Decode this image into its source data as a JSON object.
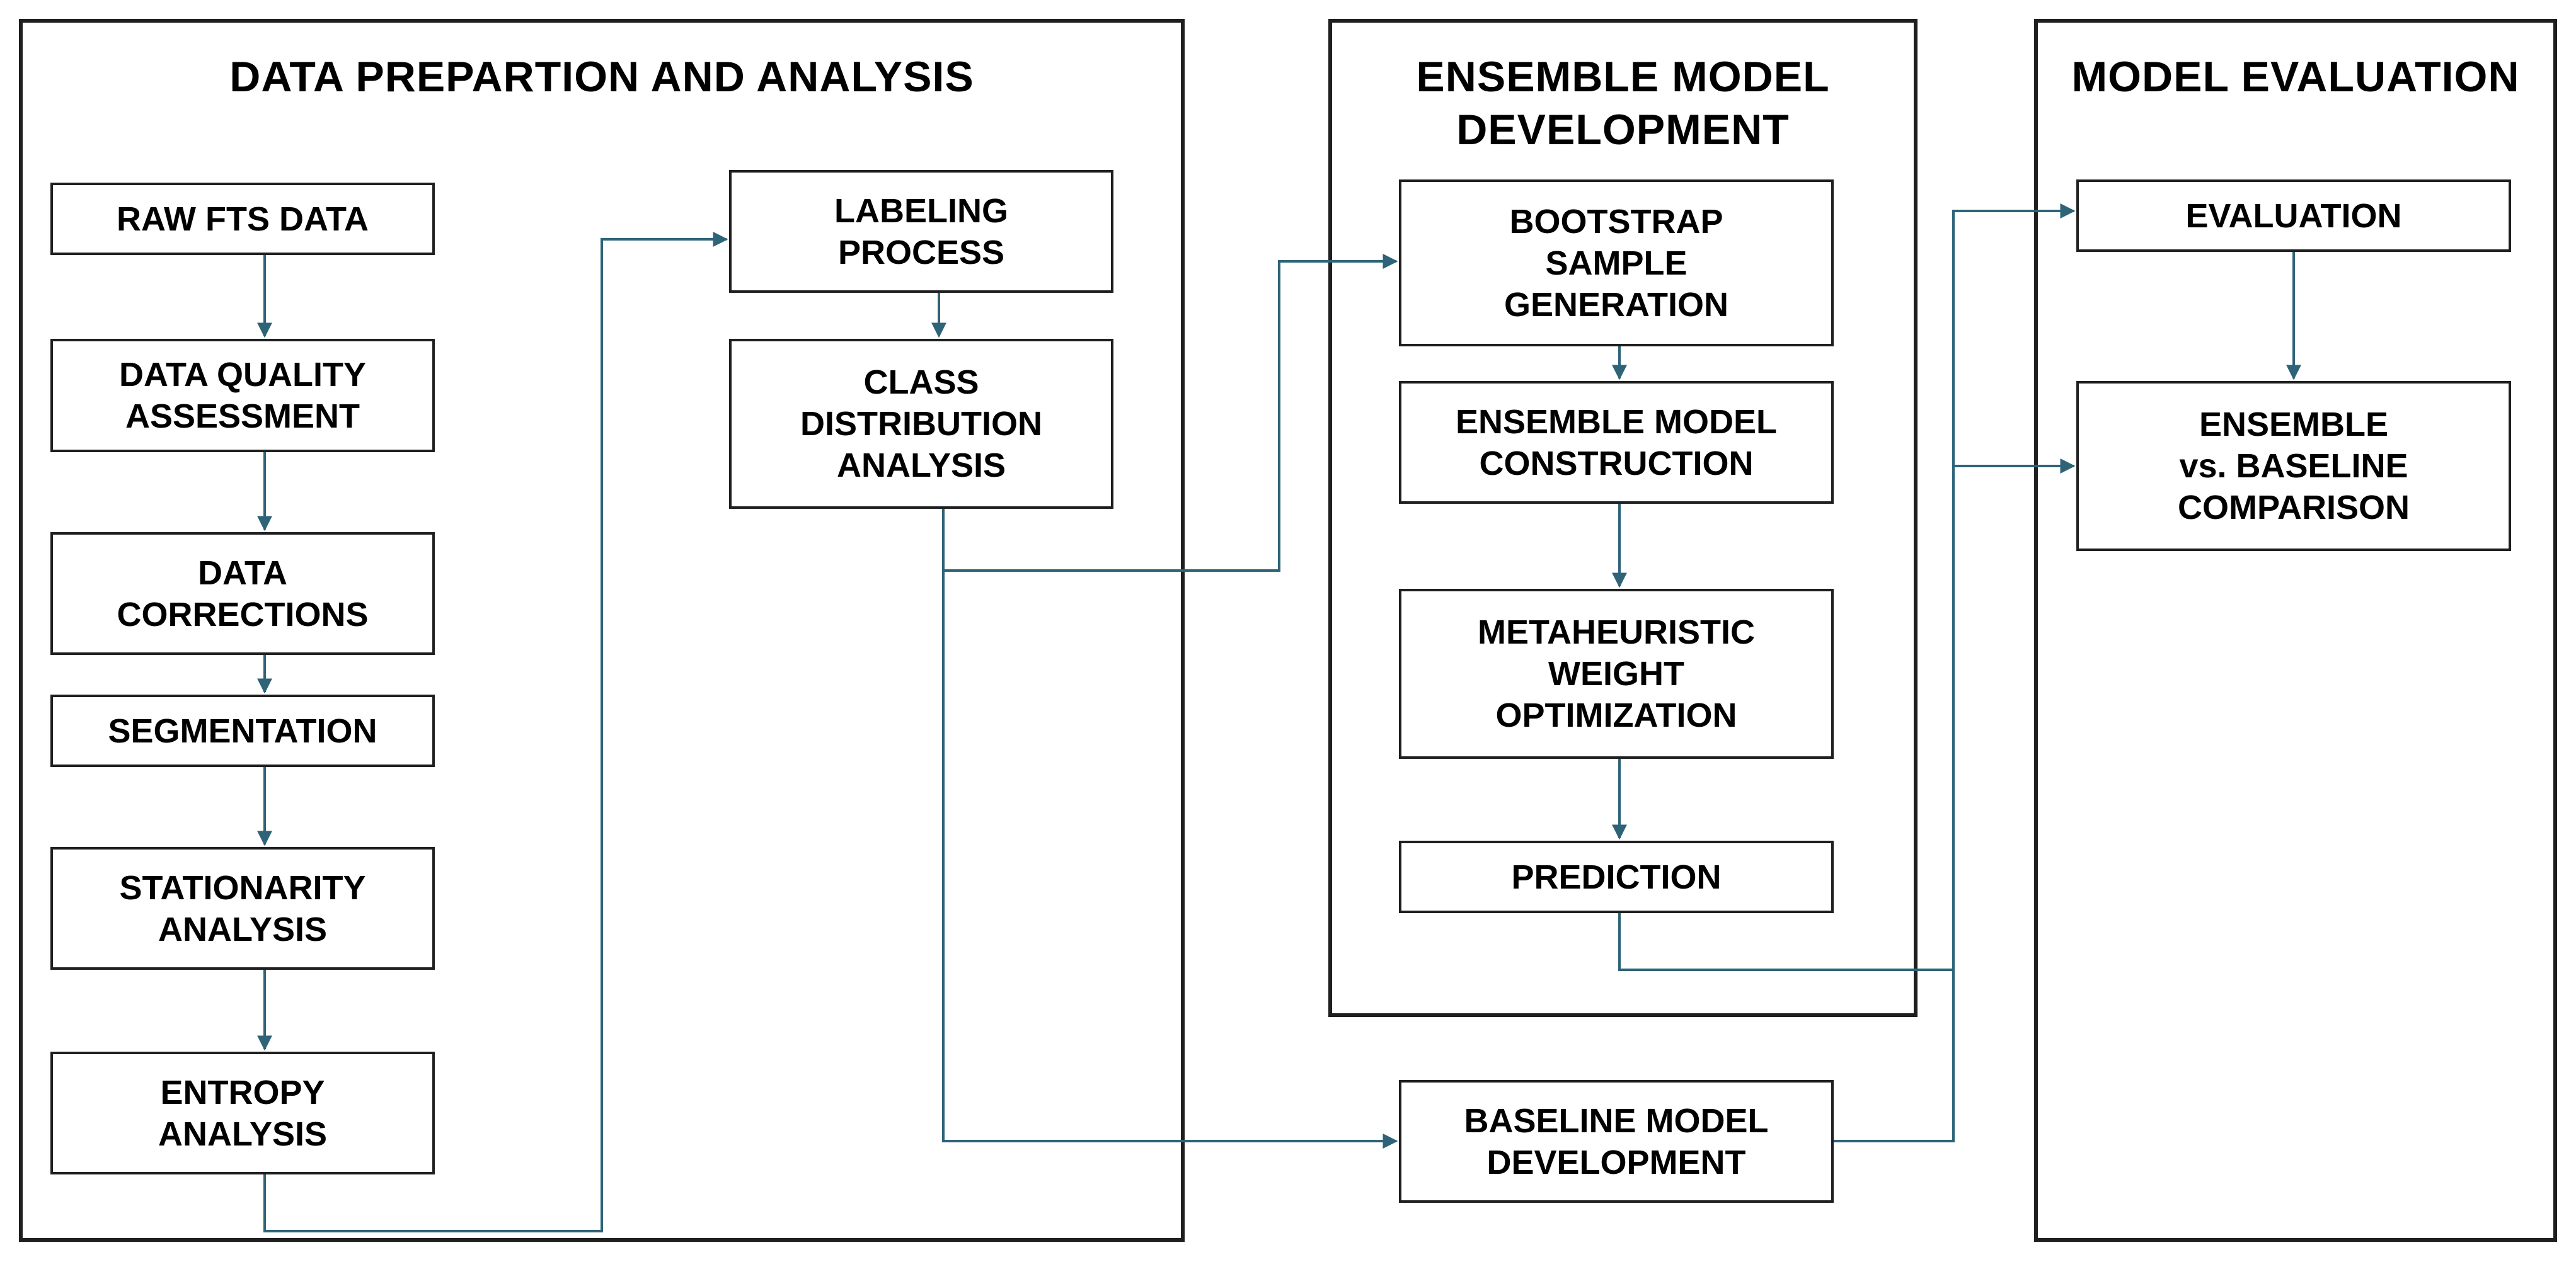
{
  "sections": {
    "data_prep": {
      "title": "DATA PREPARTION AND ANALYSIS"
    },
    "ensemble": {
      "title": "ENSEMBLE MODEL\nDEVELOPMENT"
    },
    "evaluation": {
      "title": "MODEL EVALUATION"
    }
  },
  "nodes": {
    "raw_fts_data": "RAW FTS DATA",
    "data_quality": "DATA QUALITY\nASSESSMENT",
    "data_corrections": "DATA\nCORRECTIONS",
    "segmentation": "SEGMENTATION",
    "stationarity": "STATIONARITY\nANALYSIS",
    "entropy": "ENTROPY\nANALYSIS",
    "labeling": "LABELING\nPROCESS",
    "class_distribution": "CLASS\nDISTRIBUTION\nANALYSIS",
    "bootstrap": "BOOTSTRAP\nSAMPLE\nGENERATION",
    "ensemble_construction": "ENSEMBLE MODEL\nCONSTRUCTION",
    "metaheuristic": "METAHEURISTIC\nWEIGHT\nOPTIMIZATION",
    "prediction": "PREDICTION",
    "baseline": "BASELINE MODEL\nDEVELOPMENT",
    "eval": "EVALUATION",
    "comparison": "ENSEMBLE\nvs. BASELINE\nCOMPARISON"
  },
  "colors": {
    "connector": "#2e6378",
    "border": "#1f1f1f"
  }
}
